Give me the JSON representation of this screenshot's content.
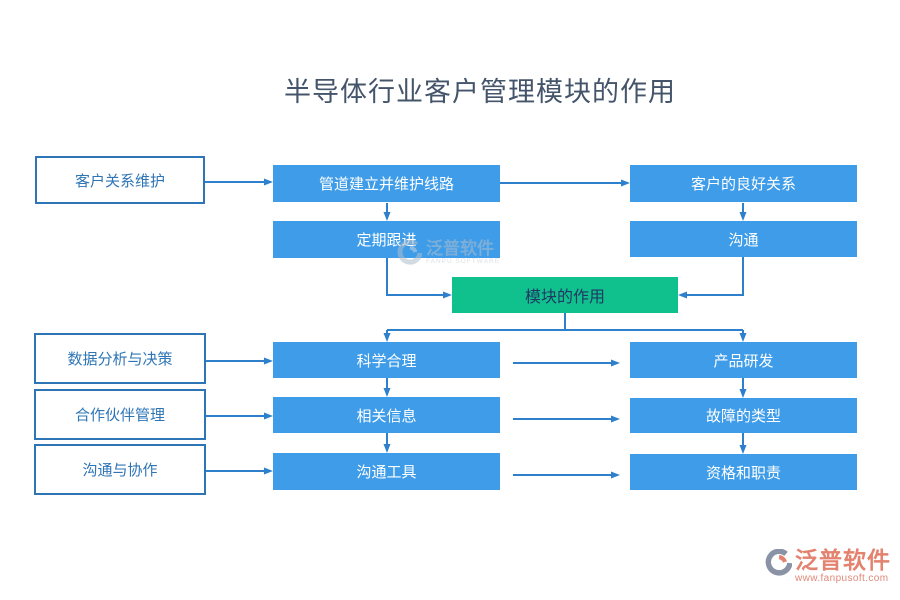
{
  "title": "半导体行业客户管理模块的作用",
  "nodes": {
    "outline": [
      {
        "label": "客户关系维护"
      },
      {
        "label": "数据分析与决策"
      },
      {
        "label": "合作伙伴管理"
      },
      {
        "label": "沟通与协作"
      }
    ],
    "middle": [
      {
        "label": "管道建立并维护线路"
      },
      {
        "label": "定期跟进"
      },
      {
        "label": "科学合理"
      },
      {
        "label": "相关信息"
      },
      {
        "label": "沟通工具"
      }
    ],
    "right": [
      {
        "label": "客户的良好关系"
      },
      {
        "label": "沟通"
      },
      {
        "label": "产品研发"
      },
      {
        "label": "故障的类型"
      },
      {
        "label": "资格和职责"
      }
    ],
    "center": {
      "label": "模块的作用"
    }
  },
  "watermark": {
    "brand": "泛普软件",
    "brand_en": "FANPU SOFTWARE"
  },
  "footer": {
    "brand": "泛普软件",
    "website": "www.fanpusoft.com"
  },
  "colors": {
    "title_text": "#44546A",
    "node_fill_blue": "#3E9CE9",
    "node_outline_border": "#2E75B6",
    "node_outline_text": "#2E75B6",
    "node_fill_text": "#FFFFFF",
    "center_fill_green": "#10C08D",
    "center_text": "#1F3864",
    "arrow_blue": "#2E80CC",
    "footer_brand_color": "#E2826F"
  }
}
